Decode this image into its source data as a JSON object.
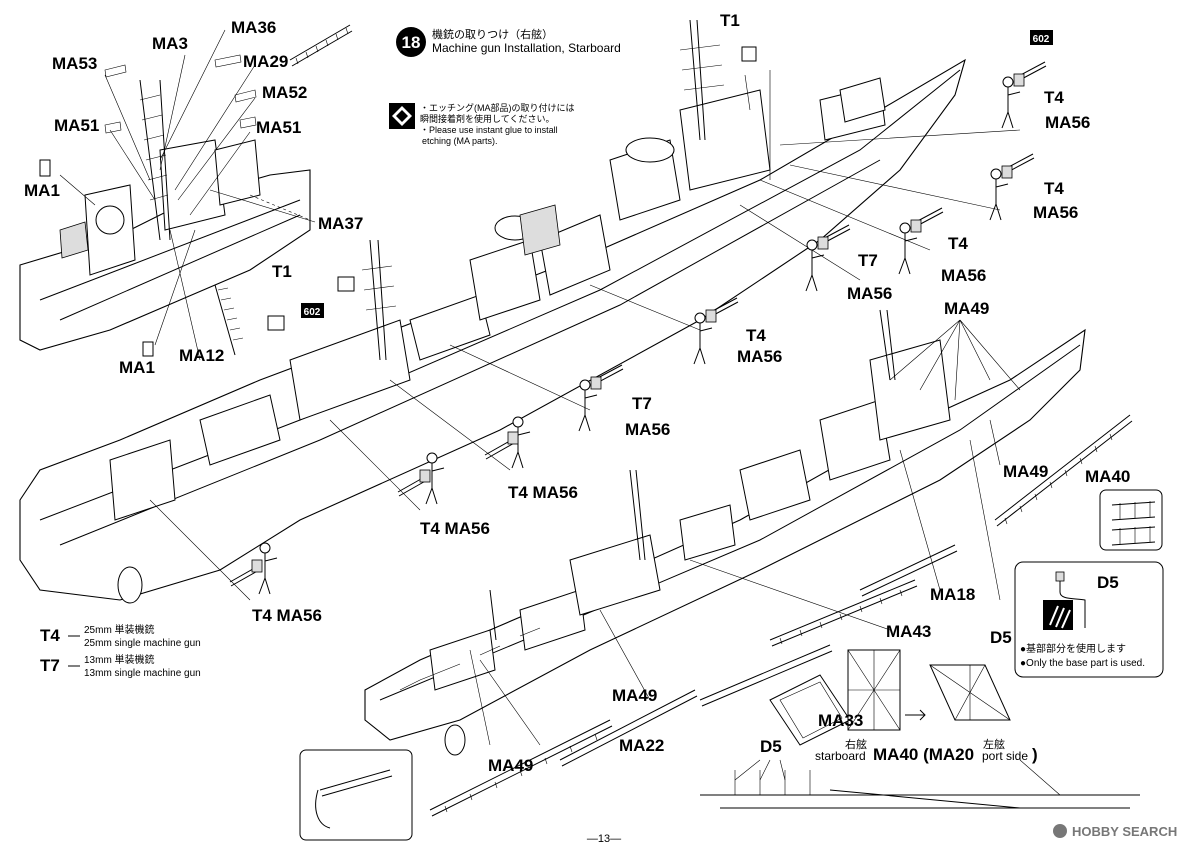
{
  "step": {
    "number": "18",
    "title_jp": "機銃の取りつけ（右舷）",
    "title_en": "Machine gun Installation, Starboard"
  },
  "note": {
    "jp_line1": "・エッチング(MA部品)の取り付けには",
    "jp_line2": "瞬間接着剤を使用してください。",
    "en_line1": "・Please use instant glue to install",
    "en_line2": "etching (MA parts)."
  },
  "legend": [
    {
      "code": "T4",
      "jp": "25mm 単装機銃",
      "en": "25mm single machine gun"
    },
    {
      "code": "T7",
      "jp": "13mm 単装機銃",
      "en": "13mm single machine gun"
    }
  ],
  "d5_box": {
    "label": "D5",
    "jp": "●基部部分を使用します",
    "en": "●Only the base part is used."
  },
  "badges": [
    "602",
    "602"
  ],
  "labels": {
    "ma36": "MA36",
    "ma3": "MA3",
    "ma53": "MA53",
    "ma29": "MA29",
    "ma52": "MA52",
    "ma51a": "MA51",
    "ma51b": "MA51",
    "ma1a": "MA1",
    "ma37": "MA37",
    "ma1b": "MA1",
    "ma12": "MA12",
    "t1a": "T1",
    "t1b": "T1",
    "t4a": "T4",
    "ma56a": "MA56",
    "t4b": "T4",
    "ma56b": "MA56",
    "t4c": "T4",
    "ma56c": "MA56",
    "t7a": "T7",
    "ma56d": "MA56",
    "t4d": "T4",
    "ma56e": "MA56",
    "t7b": "T7",
    "ma56f": "MA56",
    "t4e": "T4 MA56",
    "t4f": "T4 MA56",
    "t4g": "T4 MA56",
    "ma49a": "MA49",
    "ma49b": "MA49",
    "ma40a": "MA40",
    "ma18": "MA18",
    "ma43": "MA43",
    "ma49c": "MA49",
    "ma22": "MA22",
    "ma49d": "MA49",
    "ma33": "MA33",
    "d5a": "D5",
    "d5b": "D5",
    "starboard_jp": "右舷",
    "starboard_en": "starboard",
    "ma40b": "MA40 (MA20",
    "port_jp": "左舷",
    "port_en": "port side",
    "paren": ")"
  },
  "page_number": "—13—",
  "watermark": "HOBBY SEARCH"
}
